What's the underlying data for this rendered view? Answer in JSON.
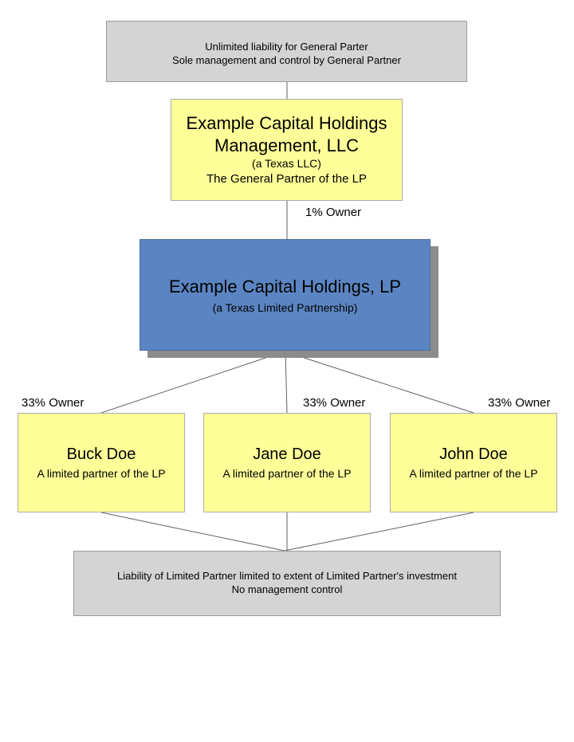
{
  "diagram": {
    "top_note": {
      "line1": "Unlimited liability for General Parter",
      "line2": "Sole management and control by General Partner"
    },
    "gp_box": {
      "title_line1": "Example Capital Holdings",
      "title_line2": "Management, LLC",
      "subtitle1": "(a Texas LLC)",
      "subtitle2": "The General Partner of the LP"
    },
    "gp_owner_label": "1% Owner",
    "lp_box": {
      "title": "Example Capital Holdings, LP",
      "subtitle": "(a Texas Limited Partnership)"
    },
    "partners": [
      {
        "owner_label": "33% Owner",
        "name": "Buck Doe",
        "desc": "A limited partner of the LP"
      },
      {
        "owner_label": "33% Owner",
        "name": "Jane Doe",
        "desc": "A limited partner of the LP"
      },
      {
        "owner_label": "33% Owner",
        "name": "John Doe",
        "desc": "A limited partner of the LP"
      }
    ],
    "bottom_note": {
      "line1": "Liability of Limited Partner limited to extent of Limited Partner's investment",
      "line2": "No management control"
    },
    "colors": {
      "note_bg": "#d4d4d4",
      "note_border": "#9b9b9b",
      "partner_bg": "#ffff99",
      "partner_border": "#ababab",
      "lp_bg": "#5b85c2",
      "lp_shadow": "#8c8c8c",
      "line": "#606060"
    }
  }
}
